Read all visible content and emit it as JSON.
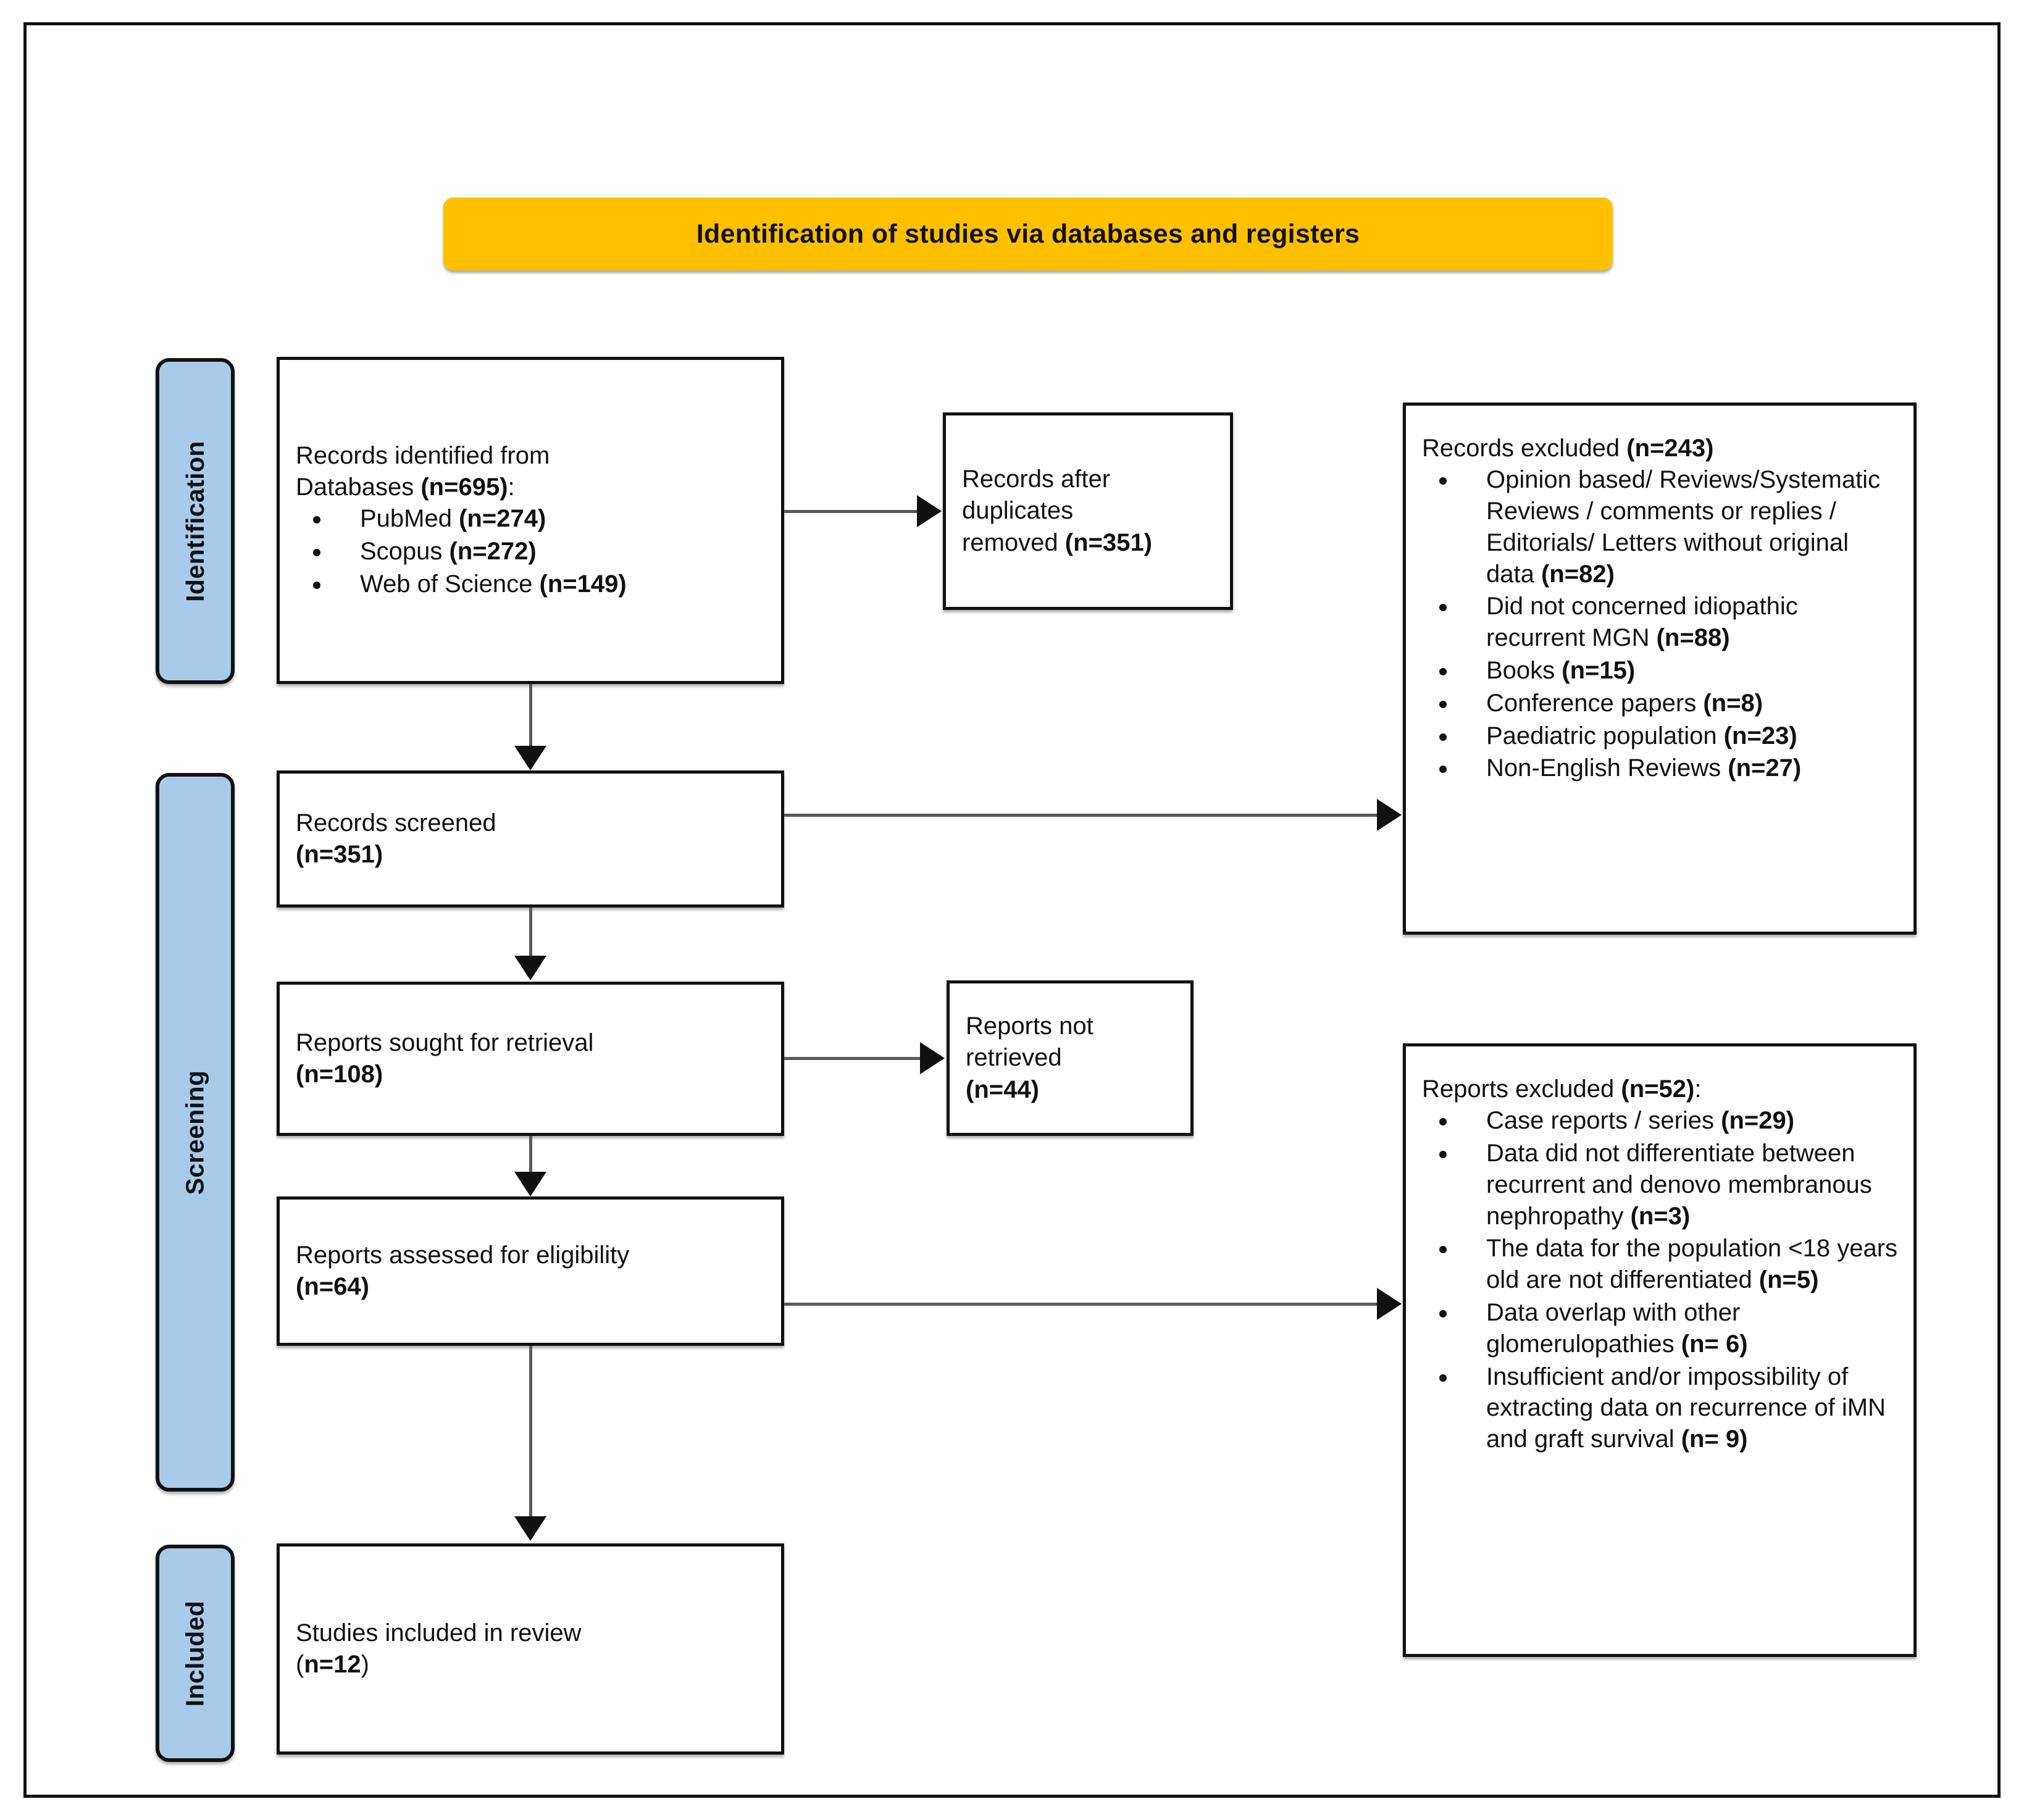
{
  "colors": {
    "banner": "#FFC000",
    "stage_bar": "#A8CBEA",
    "box_border": "#111111",
    "connector": "#5a5a5a"
  },
  "banner": {
    "title": "Identification of studies via databases and registers"
  },
  "stages": [
    {
      "id": "identification",
      "label": "Identification"
    },
    {
      "id": "screening",
      "label": "Screening"
    },
    {
      "id": "included",
      "label": "Included"
    }
  ],
  "boxes": {
    "identified": {
      "name": "records-identified-box",
      "line1": "Records identified from",
      "line2_text": "Databases ",
      "line2_count": "(n=695)",
      "line2_suffix": ":",
      "items": [
        {
          "text": "PubMed ",
          "count": "(n=274)"
        },
        {
          "text": "Scopus ",
          "count": "(n=272)"
        },
        {
          "text": "Web of Science ",
          "count": "(n=149)"
        }
      ]
    },
    "duplicates": {
      "name": "records-after-duplicates-box",
      "line1": "Records after",
      "line2": "duplicates",
      "line3_text": "removed ",
      "line3_count": "(n=351)"
    },
    "records_excluded": {
      "name": "records-excluded-box",
      "heading_text": "Records excluded ",
      "heading_count": "(n=243)",
      "items": [
        {
          "text": "Opinion based/ Reviews/Systematic Reviews / comments or replies / Editorials/ Letters without original data ",
          "count": "(n=82)"
        },
        {
          "text": "Did not concerned idiopathic recurrent MGN ",
          "count": "(n=88)"
        },
        {
          "text": "Books ",
          "count": "(n=15)"
        },
        {
          "text": "Conference papers ",
          "count": "(n=8)"
        },
        {
          "text": "Paediatric population ",
          "count": "(n=23)"
        },
        {
          "text": "Non-English Reviews ",
          "count": "(n=27)"
        }
      ]
    },
    "screened": {
      "name": "records-screened-box",
      "line1": "Records screened",
      "line2_count": "(n=351)"
    },
    "sought": {
      "name": "reports-sought-box",
      "line1": "Reports sought for retrieval",
      "line2_count": "(n=108)"
    },
    "not_retrieved": {
      "name": "reports-not-retrieved-box",
      "line1": "Reports not",
      "line2": "retrieved",
      "line3_count": "(n=44)"
    },
    "assessed": {
      "name": "reports-assessed-box",
      "line1": "Reports assessed for eligibility",
      "line2_count": "(n=64)"
    },
    "reports_excluded": {
      "name": "reports-excluded-box",
      "heading_text": "Reports excluded ",
      "heading_count": "(n=52)",
      "heading_suffix": ":",
      "items": [
        {
          "text": "Case reports / series ",
          "count": "(n=29)"
        },
        {
          "text": "Data did not differentiate between recurrent and denovo membranous nephropathy ",
          "count": "(n=3)"
        },
        {
          "text": "The data for the population <18 years old are not differentiated ",
          "count": "(n=5)"
        },
        {
          "text": "Data overlap with other glomerulopathies ",
          "count": "(n= 6)"
        },
        {
          "text": "Insufficient and/or impossibility of extracting data on recurrence of iMN and graft survival ",
          "count": "(n= 9)"
        }
      ]
    },
    "included": {
      "name": "studies-included-box",
      "line1": "Studies included in review",
      "line2_open": "(",
      "line2_count": "n=12",
      "line2_close": ")"
    }
  },
  "chart_data": {
    "type": "diagram",
    "title": "PRISMA flow diagram",
    "nodes": [
      {
        "id": "identified",
        "label": "Records identified from Databases (n=695): PubMed (n=274), Scopus (n=272), Web of Science (n=149)",
        "n": 695,
        "stage": "Identification"
      },
      {
        "id": "duplicates",
        "label": "Records after duplicates removed (n=351)",
        "n": 351,
        "stage": "Identification"
      },
      {
        "id": "records_excluded",
        "label": "Records excluded (n=243)",
        "n": 243,
        "stage": "Screening"
      },
      {
        "id": "screened",
        "label": "Records screened (n=351)",
        "n": 351,
        "stage": "Screening"
      },
      {
        "id": "sought",
        "label": "Reports sought for retrieval (n=108)",
        "n": 108,
        "stage": "Screening"
      },
      {
        "id": "not_retrieved",
        "label": "Reports not retrieved (n=44)",
        "n": 44,
        "stage": "Screening"
      },
      {
        "id": "assessed",
        "label": "Reports assessed for eligibility (n=64)",
        "n": 64,
        "stage": "Screening"
      },
      {
        "id": "reports_excluded",
        "label": "Reports excluded (n=52)",
        "n": 52,
        "stage": "Screening"
      },
      {
        "id": "included",
        "label": "Studies included in review (n=12)",
        "n": 12,
        "stage": "Included"
      }
    ],
    "edges": [
      {
        "from": "identified",
        "to": "duplicates"
      },
      {
        "from": "identified",
        "to": "screened"
      },
      {
        "from": "screened",
        "to": "records_excluded"
      },
      {
        "from": "screened",
        "to": "sought"
      },
      {
        "from": "sought",
        "to": "not_retrieved"
      },
      {
        "from": "sought",
        "to": "assessed"
      },
      {
        "from": "assessed",
        "to": "reports_excluded"
      },
      {
        "from": "assessed",
        "to": "included"
      }
    ]
  }
}
